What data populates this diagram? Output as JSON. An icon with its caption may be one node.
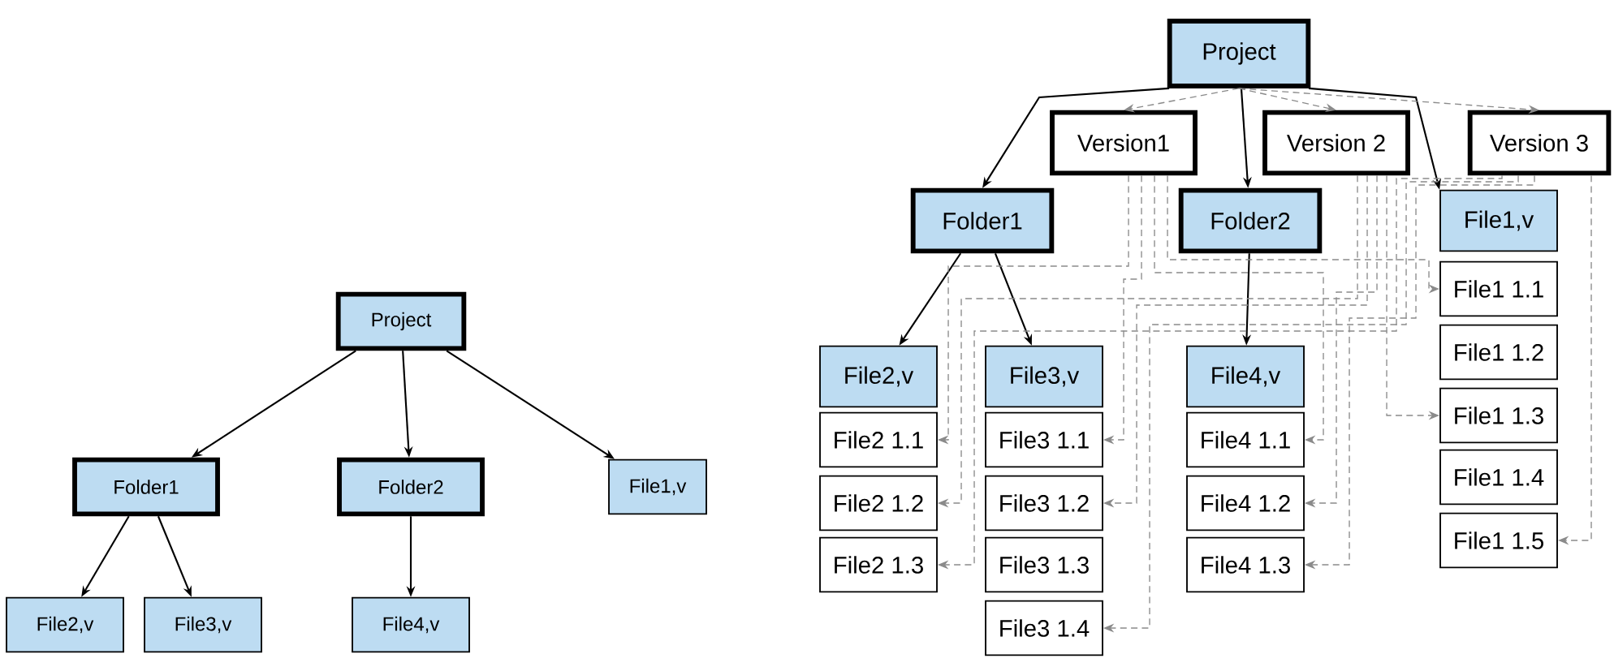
{
  "diagram": {
    "nodes": [
      {
        "text": [
          "Project"
        ]
      },
      {
        "text": [
          "Folder1"
        ]
      },
      {
        "text": [
          "Folder2"
        ]
      },
      {
        "text": [
          "File1,v"
        ]
      },
      {
        "text": [
          "File2,v"
        ]
      },
      {
        "text": [
          "File3,v"
        ]
      },
      {
        "text": [
          "File4,v"
        ]
      },
      {
        "text": [
          "Project"
        ]
      },
      {
        "text": [
          "Version1"
        ]
      },
      {
        "text": [
          "Version 2"
        ]
      },
      {
        "text": [
          "Version 3"
        ]
      },
      {
        "text": [
          "Folder1"
        ]
      },
      {
        "text": [
          "Folder2"
        ]
      },
      {
        "text": [
          "File1,v"
        ]
      },
      {
        "text": [
          "File2,v"
        ]
      },
      {
        "text": [
          "File3,v"
        ]
      },
      {
        "text": [
          "File4,v"
        ]
      },
      {
        "text": [
          "File2 1.1"
        ]
      },
      {
        "text": [
          "File2 1.2"
        ]
      },
      {
        "text": [
          "File2 1.3"
        ]
      },
      {
        "text": [
          "File3 1.1"
        ]
      },
      {
        "text": [
          "File3 1.2"
        ]
      },
      {
        "text": [
          "File3 1.3"
        ]
      },
      {
        "text": [
          "File3 1.4"
        ]
      },
      {
        "text": [
          "File4 1.1"
        ]
      },
      {
        "text": [
          "File4 1.2"
        ]
      },
      {
        "text": [
          "File4 1.3"
        ]
      },
      {
        "text": [
          "File1 1.1"
        ]
      },
      {
        "text": [
          "File1 1.2"
        ]
      },
      {
        "text": [
          "File1 1.3"
        ]
      },
      {
        "text": [
          "File1 1.4"
        ]
      },
      {
        "text": [
          "File1 1.5"
        ]
      }
    ],
    "edges": [
      {
        "from": 0,
        "to": 1,
        "arrow": "to",
        "color": "#000000"
      },
      {
        "from": 0,
        "to": 2,
        "arrow": "to",
        "color": "#000000"
      },
      {
        "from": 0,
        "to": 3,
        "arrow": "to",
        "color": "#000000"
      },
      {
        "from": 1,
        "to": 4,
        "arrow": "to",
        "color": "#000000"
      },
      {
        "from": 1,
        "to": 5,
        "arrow": "to",
        "color": "#000000"
      },
      {
        "from": 2,
        "to": 6,
        "arrow": "to",
        "color": "#000000"
      },
      {
        "from": 7,
        "to": 11,
        "arrow": "to",
        "color": "#000000"
      },
      {
        "from": 7,
        "to": 12,
        "arrow": "to",
        "color": "#000000"
      },
      {
        "from": 7,
        "to": 13,
        "arrow": "to",
        "color": "#000000"
      },
      {
        "from": 11,
        "to": 14,
        "arrow": "to",
        "color": "#000000"
      },
      {
        "from": 11,
        "to": 15,
        "arrow": "to",
        "color": "#000000"
      },
      {
        "from": 12,
        "to": 16,
        "arrow": "to",
        "color": "#000000"
      },
      {
        "from": 7,
        "to": 8,
        "arrow": "to",
        "style": "dashed",
        "color": "#8a8a8a"
      },
      {
        "from": 7,
        "to": 9,
        "arrow": "to",
        "style": "dashed",
        "color": "#8a8a8a"
      },
      {
        "from": 7,
        "to": 10,
        "arrow": "to",
        "style": "dashed",
        "color": "#8a8a8a"
      },
      {
        "from": 8,
        "to": 17,
        "arrow": "to",
        "style": "dashed",
        "color": "#8a8a8a"
      },
      {
        "from": 8,
        "to": 20,
        "arrow": "to",
        "style": "dashed",
        "color": "#8a8a8a"
      },
      {
        "from": 8,
        "to": 24,
        "arrow": "to",
        "style": "dashed",
        "color": "#8a8a8a"
      },
      {
        "from": 8,
        "to": 27,
        "arrow": "to",
        "style": "dashed",
        "color": "#8a8a8a"
      },
      {
        "from": 9,
        "to": 18,
        "arrow": "to",
        "style": "dashed",
        "color": "#8a8a8a"
      },
      {
        "from": 9,
        "to": 21,
        "arrow": "to",
        "style": "dashed",
        "color": "#8a8a8a"
      },
      {
        "from": 9,
        "to": 25,
        "arrow": "to",
        "style": "dashed",
        "color": "#8a8a8a"
      },
      {
        "from": 9,
        "to": 29,
        "arrow": "to",
        "style": "dashed",
        "color": "#8a8a8a"
      },
      {
        "from": 10,
        "to": 19,
        "arrow": "to",
        "style": "dashed",
        "color": "#8a8a8a"
      },
      {
        "from": 10,
        "to": 23,
        "arrow": "to",
        "style": "dashed",
        "color": "#8a8a8a"
      },
      {
        "from": 10,
        "to": 26,
        "arrow": "to",
        "style": "dashed",
        "color": "#8a8a8a"
      },
      {
        "from": 10,
        "to": 31,
        "arrow": "to",
        "style": "dashed",
        "color": "#8a8a8a"
      }
    ]
  }
}
